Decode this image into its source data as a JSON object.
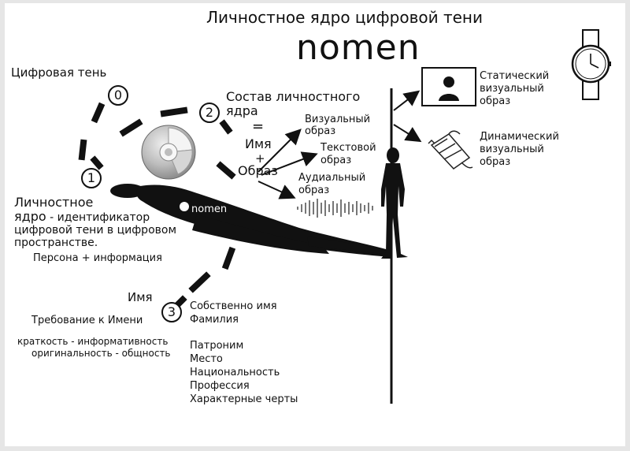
{
  "title": "Личностное ядро цифровой тени",
  "brand": "nomen",
  "shadow": {
    "label": "Цифровая тень",
    "inline_word": "nomen"
  },
  "steps": [
    {
      "number": "0"
    },
    {
      "number": "1"
    },
    {
      "number": "2"
    },
    {
      "number": "3"
    }
  ],
  "core": {
    "heading_line1": "Личностное",
    "heading_line2_bold": "ядро",
    "heading_line2_rest": " - идентификатор",
    "line3": "цифровой тени в цифровом",
    "line4": "пространстве.",
    "formula": "Персона + информация"
  },
  "composition": {
    "heading_line1": "Состав личностного",
    "heading_line2": "ядра",
    "equals": "=",
    "name": "Имя",
    "plus": "+",
    "image": "Образ"
  },
  "image_types": {
    "visual": [
      "Визуальный",
      "образ"
    ],
    "textual": [
      "Текстовой",
      "образ"
    ],
    "audio": [
      "Аудиальный",
      "образ"
    ]
  },
  "visual_types": {
    "static": [
      "Статический",
      "визуальный",
      "образ"
    ],
    "dynamic": [
      "Динамический",
      "визуальный",
      "образ"
    ]
  },
  "name_section": {
    "heading": "Имя",
    "requirement": "Требование к Имени",
    "qualities_line1": "краткость - информативность",
    "qualities_line2": "оригинальность - общность",
    "own_name": "Собственно имя",
    "surname": "Фамилия",
    "components": [
      "Патроним",
      "Место",
      "Национальность",
      "Профессия",
      "Характерные черты"
    ]
  },
  "icons": {
    "watch": "wristwatch-icon",
    "portrait": "portrait-icon",
    "filmstrip": "filmstrip-icon",
    "sphere": "sphere-core-icon",
    "person": "standing-person-icon",
    "soundwave": "soundwave-icon"
  },
  "colors": {
    "ink": "#111111",
    "frame": "#e6e6e6",
    "sphere": "#b8b8b8"
  }
}
